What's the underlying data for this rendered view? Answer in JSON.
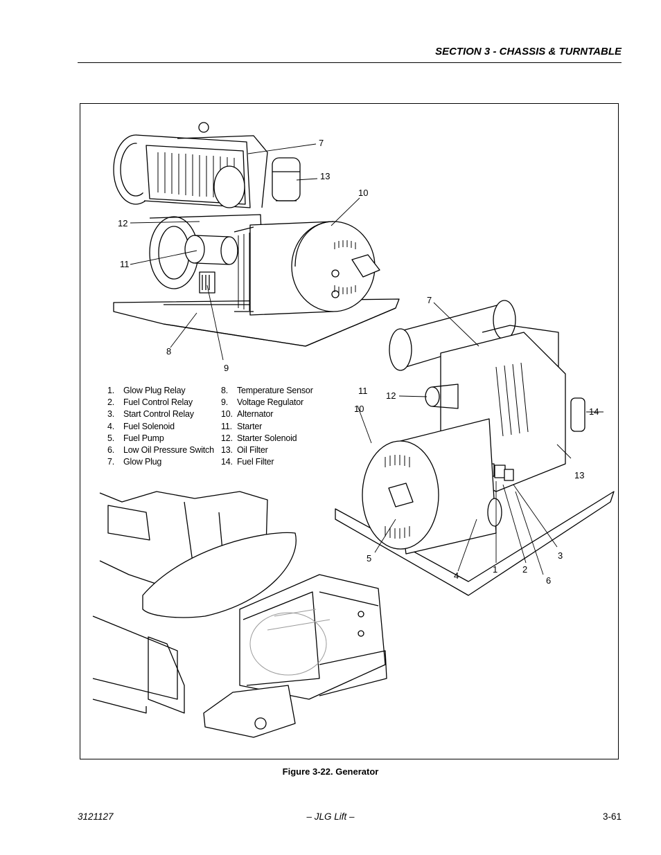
{
  "header": {
    "section_title": "SECTION 3 - CHASSIS & TURNTABLE"
  },
  "legend": {
    "items": [
      {
        "num": "1.",
        "label": "Glow Plug Relay"
      },
      {
        "num": "2.",
        "label": "Fuel Control Relay"
      },
      {
        "num": "3.",
        "label": "Start Control Relay"
      },
      {
        "num": "4.",
        "label": "Fuel Solenoid"
      },
      {
        "num": "5.",
        "label": "Fuel Pump"
      },
      {
        "num": "6.",
        "label": "Low Oil Pressure Switch"
      },
      {
        "num": "7.",
        "label": "Glow Plug"
      },
      {
        "num": "8.",
        "label": "Temperature Sensor"
      },
      {
        "num": "9.",
        "label": "Voltage Regulator"
      },
      {
        "num": "10.",
        "label": "Alternator"
      },
      {
        "num": "11.",
        "label": "Starter"
      },
      {
        "num": "12.",
        "label": "Starter Solenoid"
      },
      {
        "num": "13.",
        "label": "Oil Filter"
      },
      {
        "num": "14.",
        "label": "Fuel Filter"
      }
    ]
  },
  "callouts": {
    "top_view": [
      "7",
      "13",
      "10",
      "12",
      "11",
      "8",
      "9"
    ],
    "right_view": [
      "7",
      "11",
      "12",
      "10",
      "14",
      "13",
      "5",
      "4",
      "1",
      "2",
      "3",
      "6"
    ]
  },
  "caption": "Figure 3-22.  Generator",
  "footer": {
    "doc_number": "3121127",
    "publisher": "– JLG Lift –",
    "page_number": "3-61"
  }
}
